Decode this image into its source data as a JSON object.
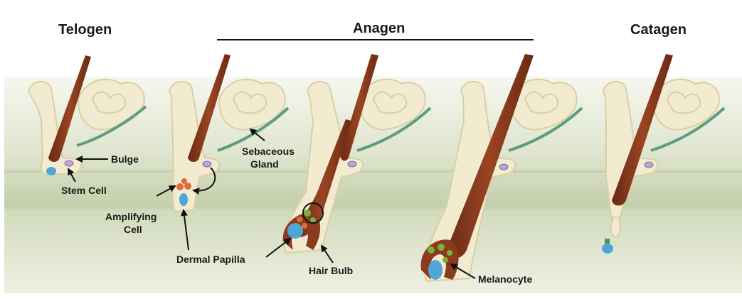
{
  "titles": {
    "telogen": "Telogen",
    "anagen": "Anagen",
    "catagen": "Catagen"
  },
  "labels": {
    "bulge": "Bulge",
    "stem_cell": "Stem Cell",
    "sebaceous_line1": "Sebaceous",
    "sebaceous_line2": "Gland",
    "amplifying_line1": "Amplifying",
    "amplifying_line2": "Cell",
    "dermal_papilla": "Dermal Papilla",
    "hair_bulb": "Hair Bulb",
    "melanocyte": "Melanocyte"
  },
  "colors": {
    "hair": "#8b3a1e",
    "hair_dark": "#6a2a14",
    "follicle": "#f3ebcf",
    "follicle_edge": "#d9cfa6",
    "gland_line": "#5e9c7f",
    "skin_top": "#f4f6ec",
    "skin_mid": "#c9d4b4",
    "dermis": "#e6ead6",
    "stem_cell": "#b9a7cf",
    "papilla": "#4fa6d6",
    "amplifying": "#e36b3a",
    "melanocyte": "#7ab33c"
  }
}
